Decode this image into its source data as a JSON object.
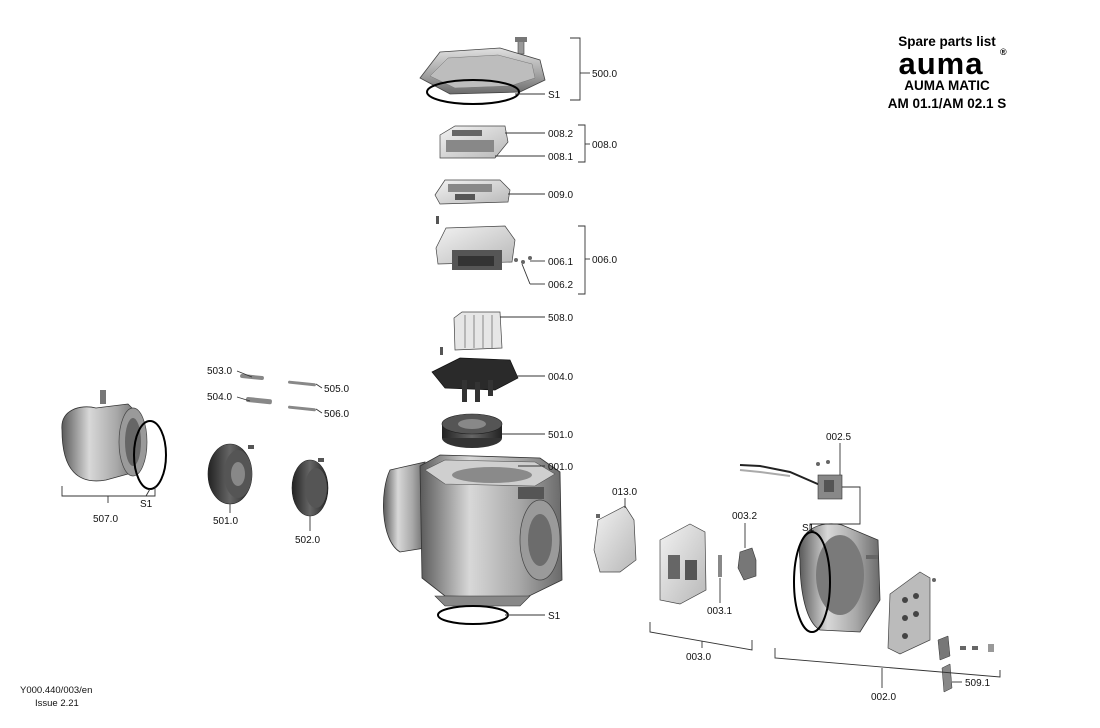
{
  "header": {
    "title": "Spare parts list",
    "brand": "auma",
    "brand_mark": "®",
    "product": "AUMA MATIC",
    "model": "AM 01.1/AM 02.1 S"
  },
  "footer": {
    "doc_id": "Y000.440/003/en",
    "issue": "Issue 2.21"
  },
  "labels": {
    "p500_0": "500.0",
    "s1_top": "S1",
    "p008_2": "008.2",
    "p008_0": "008.0",
    "p008_1": "008.1",
    "p009_0": "009.0",
    "p006_1": "006.1",
    "p006_0": "006.0",
    "p006_2": "006.2",
    "p508_0": "508.0",
    "p004_0": "004.0",
    "p501_0_mid": "501.0",
    "p001_0": "001.0",
    "s1_bottom": "S1",
    "p503_0": "503.0",
    "p505_0": "505.0",
    "p504_0": "504.0",
    "p506_0": "506.0",
    "s1_left": "S1",
    "p507_0": "507.0",
    "p501_0_left": "501.0",
    "p502_0": "502.0",
    "p013_0": "013.0",
    "p003_2": "003.2",
    "p003_1": "003.1",
    "p003_0": "003.0",
    "p002_5": "002.5",
    "s1_right": "S1",
    "p002_0": "002.0",
    "p509_1": "509.1"
  }
}
